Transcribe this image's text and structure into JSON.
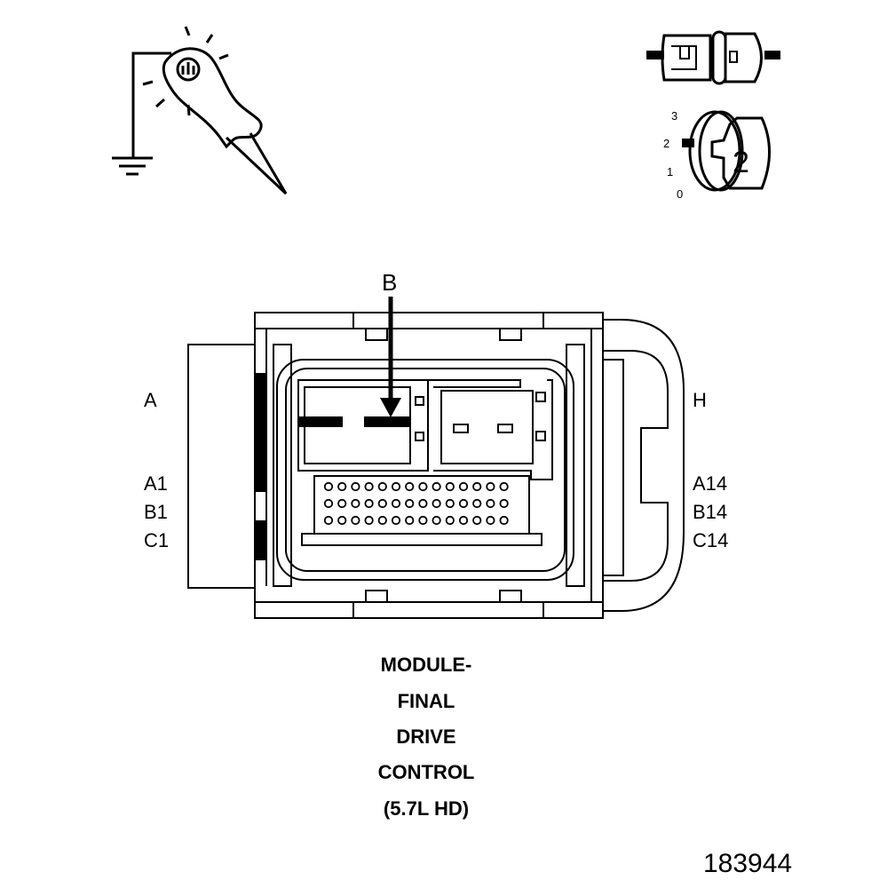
{
  "labels": {
    "a": "A",
    "h": "H",
    "b": "B",
    "a1": "A1",
    "b1": "B1",
    "c1": "C1",
    "a14": "A14",
    "b14": "B14",
    "c14": "C14"
  },
  "title_lines": [
    "MODULE-",
    "FINAL",
    "DRIVE",
    "CONTROL",
    "(5.7L HD)"
  ],
  "figure_number": "183944",
  "key_icon": {
    "positions": [
      "3",
      "2",
      "1",
      "0"
    ],
    "key_label": "2"
  },
  "icons": [
    "test-light-probe-icon",
    "ground-icon",
    "connector-disconnect-icon",
    "ignition-key-icon"
  ],
  "pin_rows": 3,
  "pins_per_row": 14
}
